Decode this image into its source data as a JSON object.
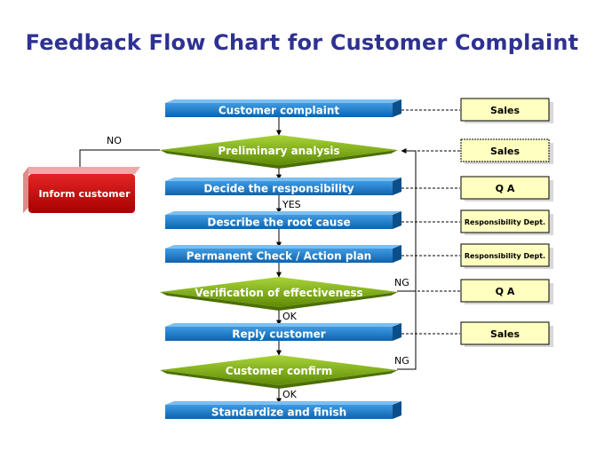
{
  "title": "Feedback Flow Chart for Customer Complaint",
  "steps": {
    "customer_complaint": "Customer complaint",
    "preliminary_analysis": "Preliminary analysis",
    "decide_responsibility": "Decide the responsibility",
    "describe_root_cause": "Describe the root cause",
    "permanent_check": "Permanent Check / Action plan",
    "verification": "Verification of effectiveness",
    "reply_customer": "Reply customer",
    "customer_confirm": "Customer confirm",
    "standardize": "Standardize and finish",
    "inform_customer": "Inform customer"
  },
  "owners": {
    "o1": "Sales",
    "o2": "Sales",
    "o3": "Q A",
    "o4": "Responsibility Dept.",
    "o5": "Responsibility Dept.",
    "o6": "Q A",
    "o7": "Sales"
  },
  "edge_labels": {
    "no": "NO",
    "yes": "YES",
    "ng1": "NG",
    "ok1": "OK",
    "ng2": "NG",
    "ok2": "OK"
  },
  "colors": {
    "process": "#1a7ccc",
    "decision": "#7aab12",
    "inform": "#c80000",
    "owner_box": "#ffffc0",
    "title": "#2e3192"
  }
}
